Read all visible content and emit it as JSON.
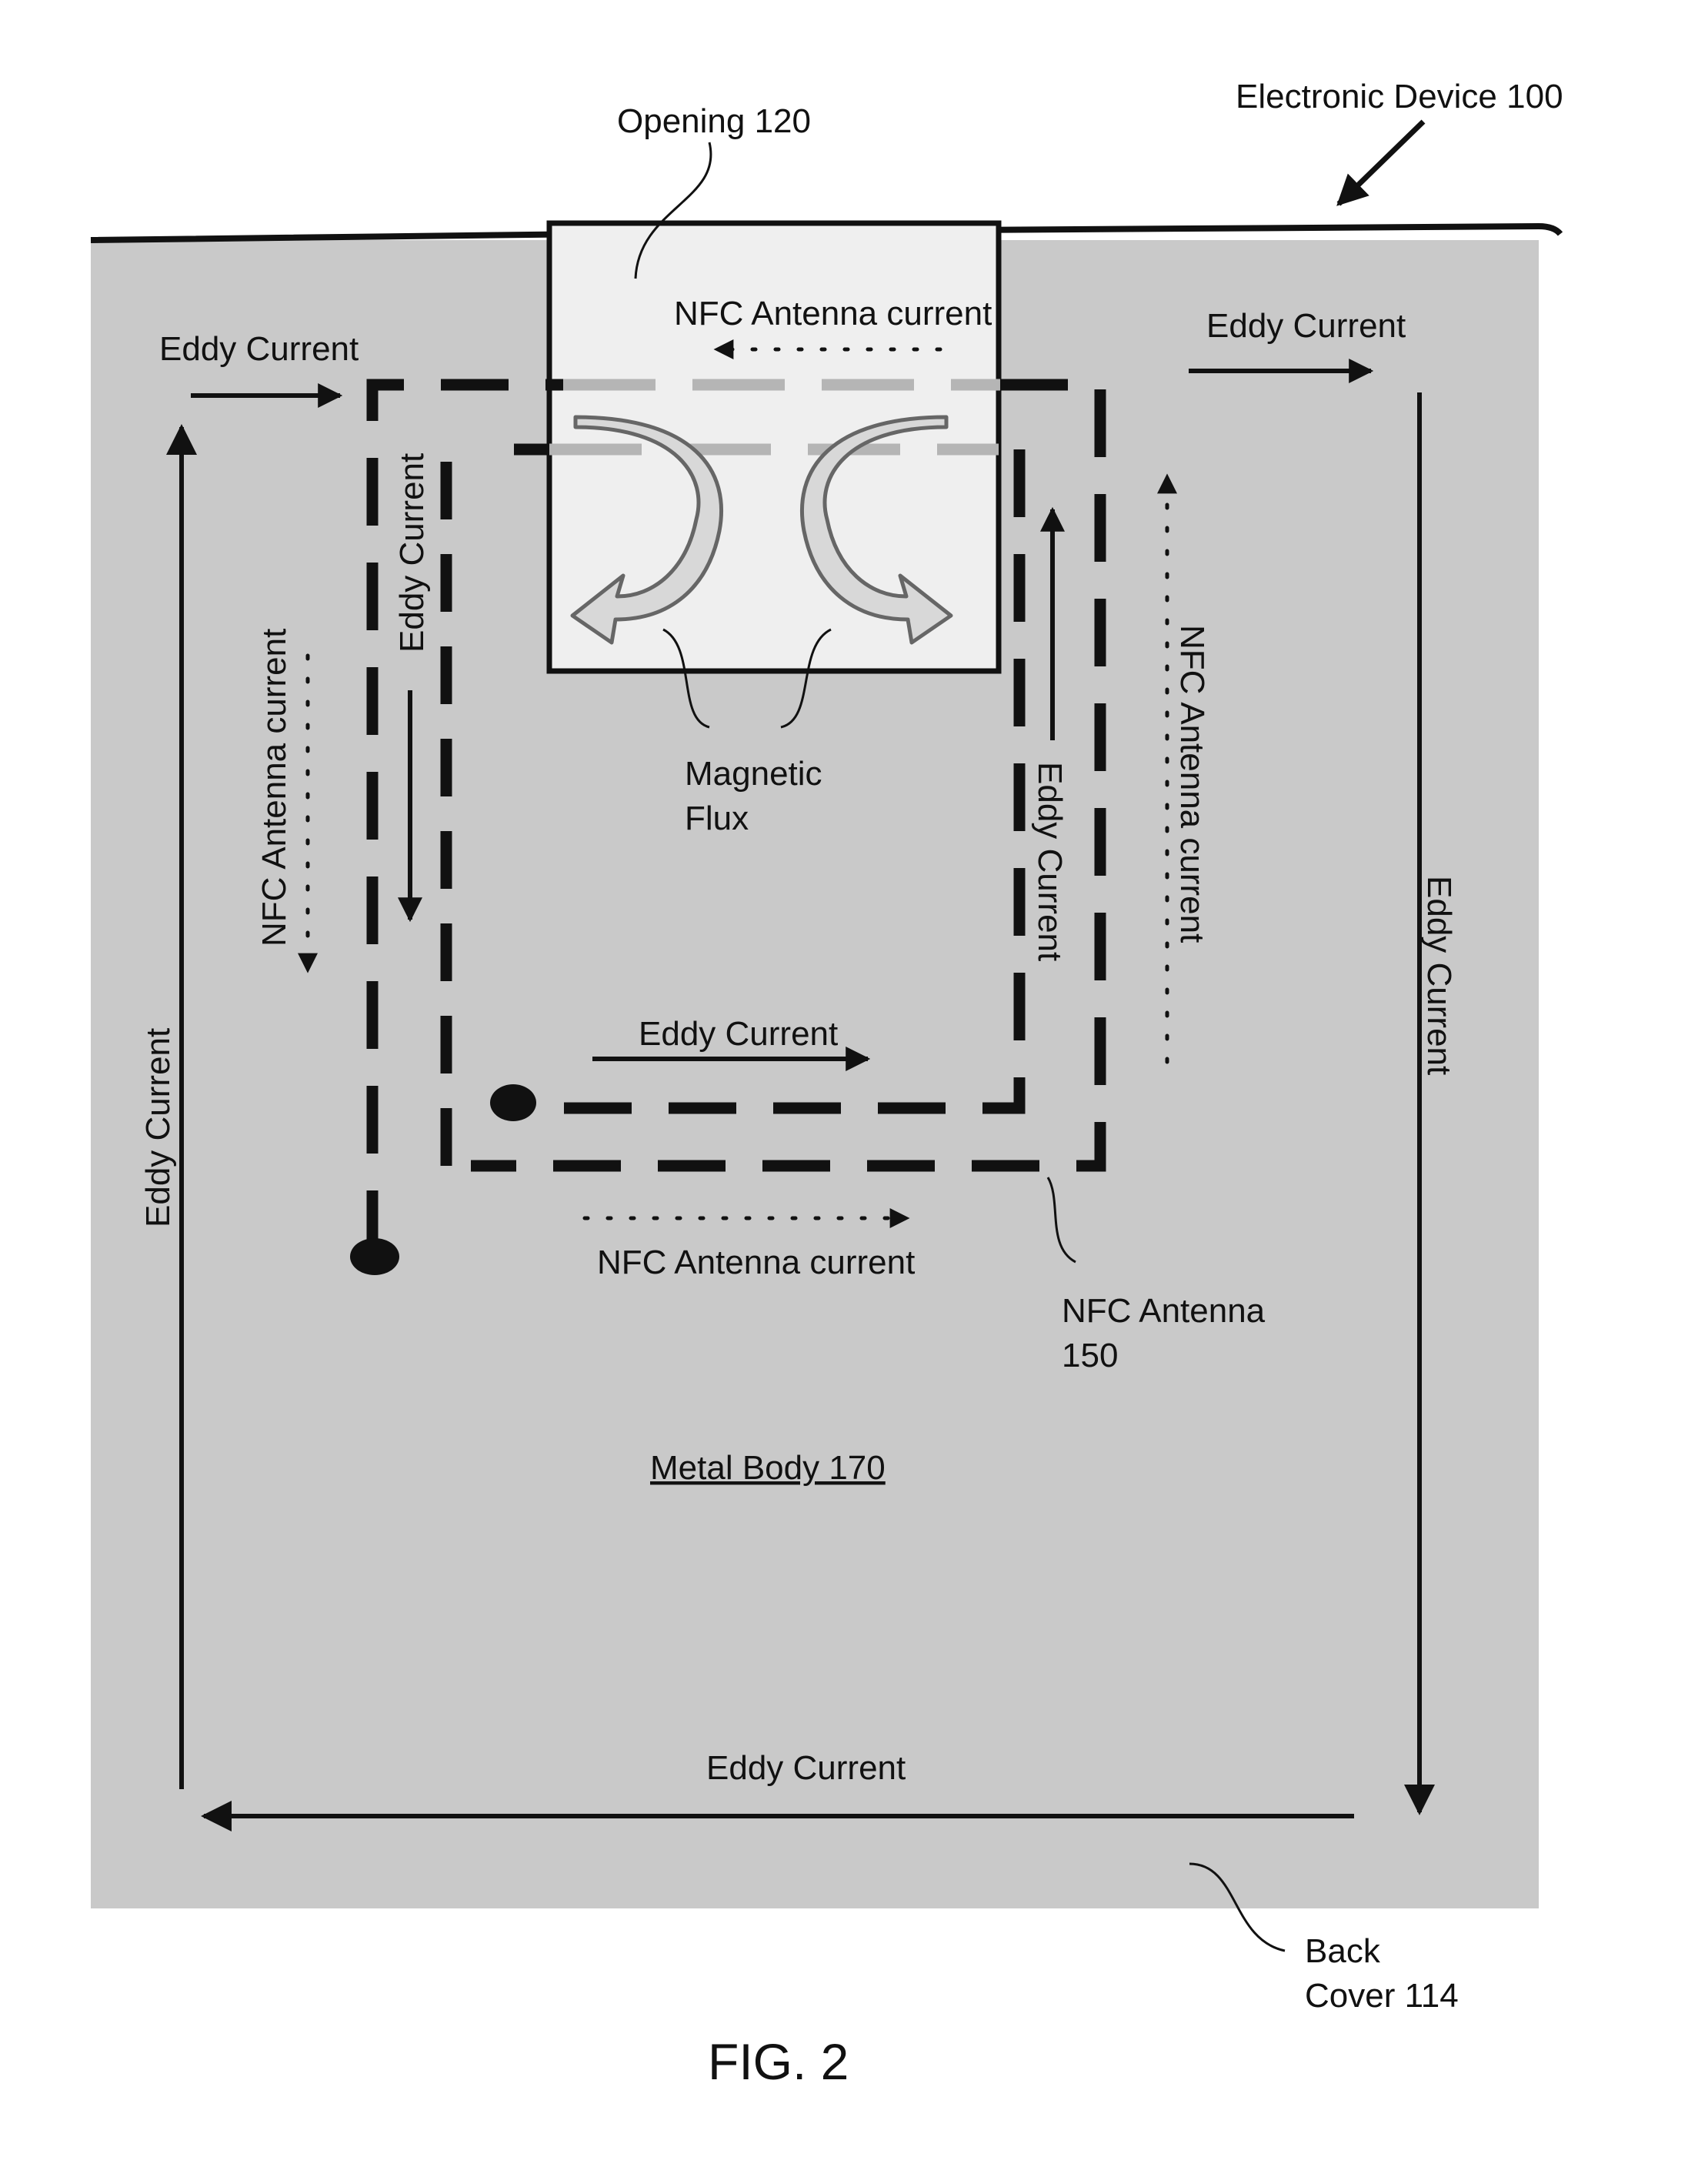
{
  "labels": {
    "opening": "Opening 120",
    "device": "Electronic Device 100",
    "nfc_top": "NFC Antenna current",
    "nfc_left": "NFC Antenna current",
    "nfc_right": "NFC Antenna current",
    "nfc_bottom": "NFC Antenna current",
    "eddy_top_left": "Eddy Current",
    "eddy_top_right": "Eddy Current",
    "eddy_inner_left": "Eddy Current",
    "eddy_inner_right": "Eddy Current",
    "eddy_inner_bottom": "Eddy Current",
    "eddy_outer_left": "Eddy Current",
    "eddy_outer_right": "Eddy Current",
    "eddy_outer_bottom": "Eddy Current",
    "magnetic_1": "Magnetic",
    "magnetic_2": "Flux",
    "antenna_1": "NFC Antenna",
    "antenna_2": "150",
    "metal_body": "Metal Body 170",
    "back_cover_1": "Back",
    "back_cover_2": "Cover 114",
    "figure": "FIG. 2"
  },
  "colors": {
    "metal": "#c9c9c9",
    "opening_fill": "#efefef",
    "line": "#111111",
    "flux_arrow": "#666666",
    "antenna_under_opening": "#b5b5b5"
  }
}
